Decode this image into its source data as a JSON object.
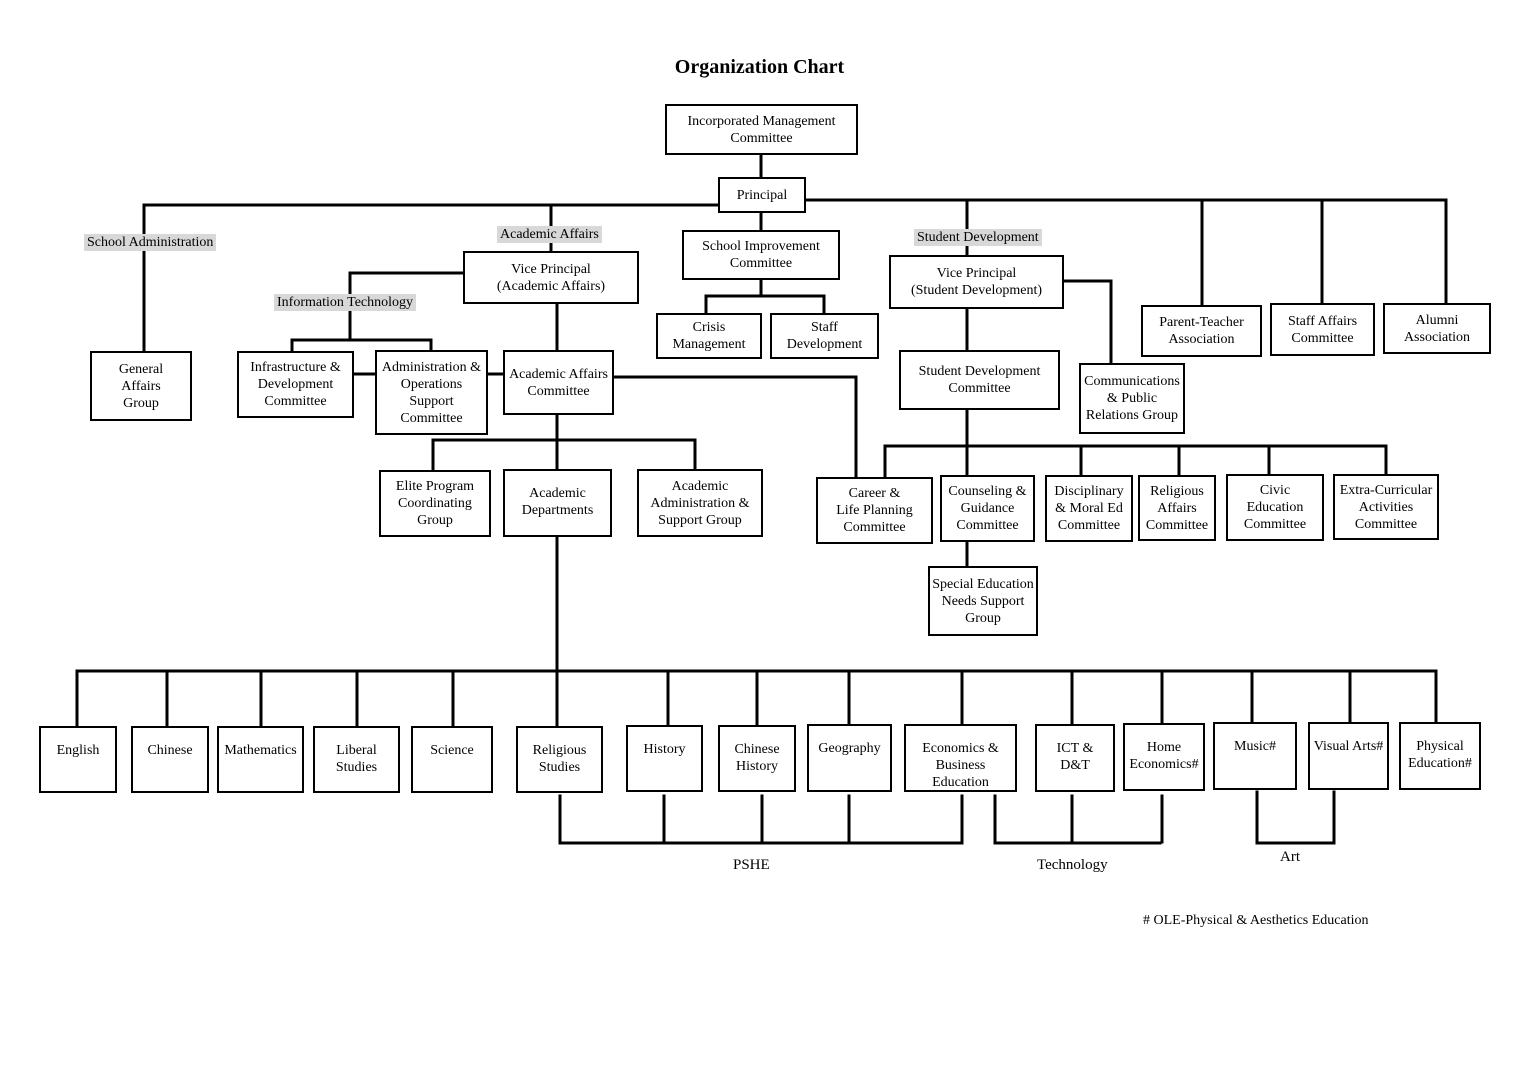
{
  "title": "Organization Chart",
  "sections": {
    "school_admin": "School Administration",
    "academic_affairs": "Academic Affairs",
    "student_development": "Student Development",
    "information_technology": "Information Technology"
  },
  "nodes": {
    "imc": "Incorporated Management\nCommittee",
    "principal": "Principal",
    "general_affairs": "General\nAffairs\nGroup",
    "vp_academic": "Vice Principal\n(Academic Affairs)",
    "infra_dev": "Infrastructure &\nDevelopment\nCommittee",
    "admin_ops": "Administration &\nOperations\nSupport\nCommittee",
    "aa_committee": "Academic Affairs\nCommittee",
    "elite": "Elite Program\nCoordinating\nGroup",
    "acad_depts": "Academic\nDepartments",
    "acad_admin": "Academic\nAdministration &\nSupport Group",
    "sic": "School Improvement\nCommittee",
    "crisis": "Crisis\nManagement",
    "staff_dev": "Staff\nDevelopment",
    "vp_student": "Vice Principal\n(Student Development)",
    "sdc": "Student Development\nCommittee",
    "comm_pr": "Communications\n& Public\nRelations Group",
    "career": "Career &\nLife Planning\nCommittee",
    "counseling": "Counseling &\nGuidance\nCommittee",
    "disciplinary": "Disciplinary\n& Moral Ed\nCommittee",
    "religious_affairs": "Religious\nAffairs\nCommittee",
    "civic": "Civic\nEducation\nCommittee",
    "eca": "Extra-Curricular\nActivities\nCommittee",
    "sen": "Special Education\nNeeds Support\nGroup",
    "pta": "Parent-Teacher\nAssociation",
    "staff_affairs": "Staff Affairs\nCommittee",
    "alumni": "Alumni\nAssociation"
  },
  "departments": [
    "English",
    "Chinese",
    "Mathematics",
    "Liberal\nStudies",
    "Science",
    "Religious\nStudies",
    "History",
    "Chinese\nHistory",
    "Geography",
    "Economics &\nBusiness\nEducation",
    "ICT &\nD&T",
    "Home\nEconomics#",
    "Music#",
    "Visual Arts#",
    "Physical\nEducation#"
  ],
  "groups": {
    "pshe": "PSHE",
    "technology": "Technology",
    "art": "Art"
  },
  "footnote": "# OLE-Physical & Aesthetics Education"
}
